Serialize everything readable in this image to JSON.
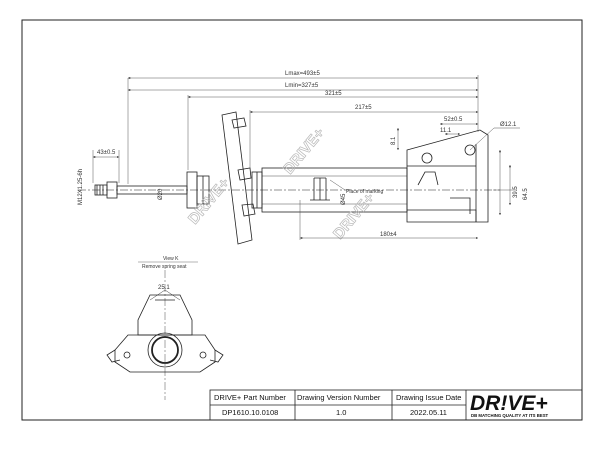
{
  "dimensions": {
    "l_max": "Lmax=493±5",
    "l_min": "Lmin=327±5",
    "length_321": "321±5",
    "length_217": "217±5",
    "length_180": "180±4",
    "spacing_52": "52±0.5",
    "spacing_11": "11.1",
    "spacing_43": "43±0.5",
    "hole_dia": "Ø12.1",
    "rod_dia": "Ø20",
    "tube_dia": "Ø45",
    "thread": "M12X1.25-6h",
    "height_64": "64.5",
    "height_39": "39.5",
    "height_8": "8.1",
    "angle": "25.1"
  },
  "notes": {
    "place_of_marking": "Place of marking",
    "view_title": "View K",
    "view_subtitle": "Remove spring seat"
  },
  "watermark": "DRIVE+",
  "title_block": {
    "col1_header": "DRIVE+ Part Number",
    "col1_value": "DP1610.10.0108",
    "col2_header": "Drawing Version  Number",
    "col2_value": "1.0",
    "col3_header": "Drawing Issue Date",
    "col3_value": "2022.05.11"
  },
  "logo": {
    "text": "DR!VE+",
    "tagline": "DB MATCHING QUALITY AT ITS BEST"
  }
}
